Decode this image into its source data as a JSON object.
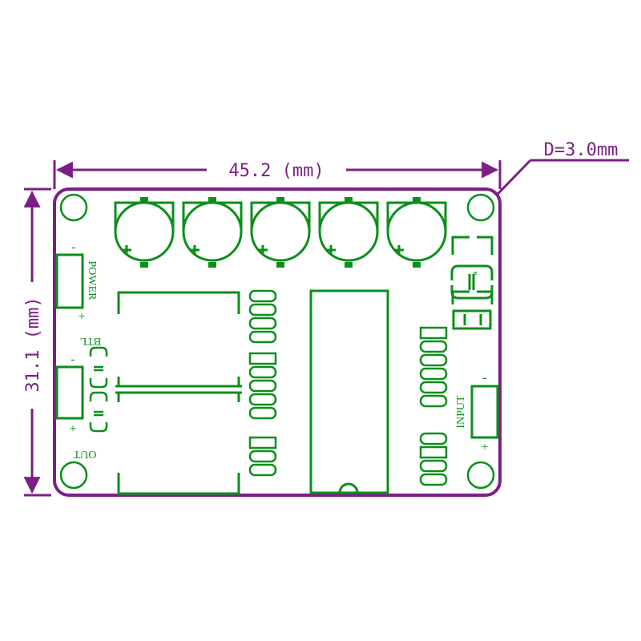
{
  "dimensions": {
    "width_label": "45.2 (mm)",
    "height_label": "31.1 (mm)",
    "hole_label": "D=3.0mm"
  },
  "labels": {
    "power": "POWER",
    "btl": "BTL",
    "out": "OUT",
    "input": "INPUT",
    "plus": "+",
    "minus": "-"
  },
  "colors": {
    "outline": "#7b1f86",
    "silkscreen": "#0a8f1a",
    "background": "#ffffff"
  }
}
